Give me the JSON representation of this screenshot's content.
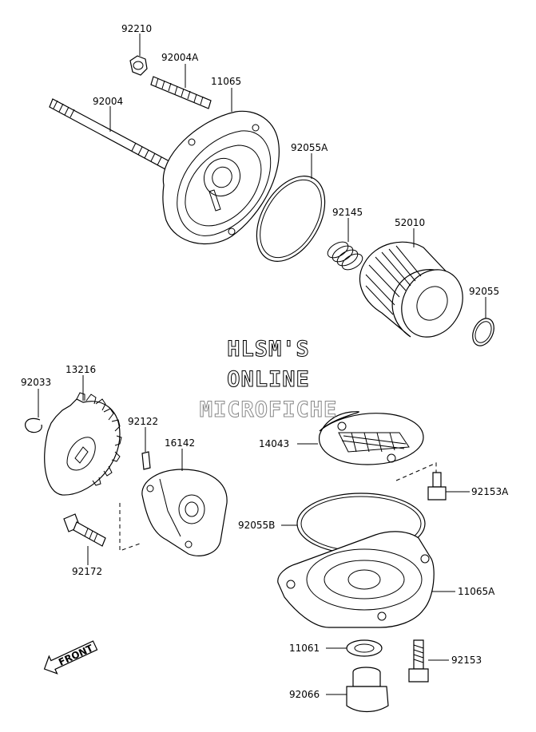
{
  "watermark": {
    "line1": "HLSM'S",
    "line2": "ONLINE",
    "line3": "MICROFICHE"
  },
  "front_arrow": {
    "label": "FRONT"
  },
  "parts": [
    {
      "id": "p-92210",
      "number": "92210"
    },
    {
      "id": "p-92004A",
      "number": "92004A"
    },
    {
      "id": "p-11065",
      "number": "11065"
    },
    {
      "id": "p-92004",
      "number": "92004"
    },
    {
      "id": "p-92055A",
      "number": "92055A"
    },
    {
      "id": "p-92145",
      "number": "92145"
    },
    {
      "id": "p-52010",
      "number": "52010"
    },
    {
      "id": "p-92055",
      "number": "92055"
    },
    {
      "id": "p-92033",
      "number": "92033"
    },
    {
      "id": "p-13216",
      "number": "13216"
    },
    {
      "id": "p-92122",
      "number": "92122"
    },
    {
      "id": "p-16142",
      "number": "16142"
    },
    {
      "id": "p-14043",
      "number": "14043"
    },
    {
      "id": "p-92153A",
      "number": "92153A"
    },
    {
      "id": "p-92055B",
      "number": "92055B"
    },
    {
      "id": "p-92172",
      "number": "92172"
    },
    {
      "id": "p-11065A",
      "number": "11065A"
    },
    {
      "id": "p-11061",
      "number": "11061"
    },
    {
      "id": "p-92153",
      "number": "92153"
    },
    {
      "id": "p-92066",
      "number": "92066"
    }
  ]
}
